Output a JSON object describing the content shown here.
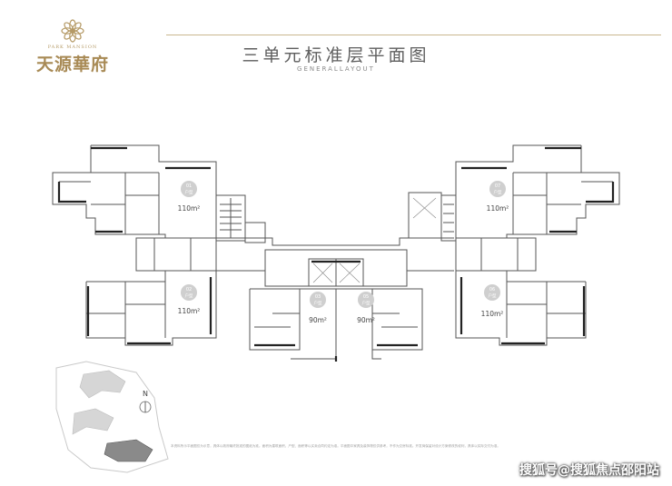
{
  "brand": {
    "name_en": "PARK MANSION",
    "name_cn": "天源華府"
  },
  "title": "三单元标准层平面图",
  "subtitle": "GENERALLAYOUT",
  "compass": "N",
  "units": [
    {
      "code": "01",
      "type": "户型",
      "area": "110m²"
    },
    {
      "code": "02",
      "type": "户型",
      "area": "110m²"
    },
    {
      "code": "03",
      "type": "户型",
      "area": "90m²"
    },
    {
      "code": "05",
      "type": "户型",
      "area": "90m²"
    },
    {
      "code": "06",
      "type": "户型",
      "area": "110m²"
    },
    {
      "code": "07",
      "type": "户型",
      "area": "110m²"
    }
  ],
  "disclaimer": "本资料所示平面图仅为示意，具体以政府最终批准的图纸为准。面积为建筑面积，户型、面积等以买卖合同约定为准。平面图中家具及装饰物仅供参考，不作为交房标准。开发商保留对设计方案修改的权利，具体以实际交付为准。",
  "watermark": "搜狐号@搜狐焦点邵阳站",
  "colors": {
    "gold": "#a88a55",
    "wall": "#2b2b2b",
    "line": "#6a6a6a"
  }
}
